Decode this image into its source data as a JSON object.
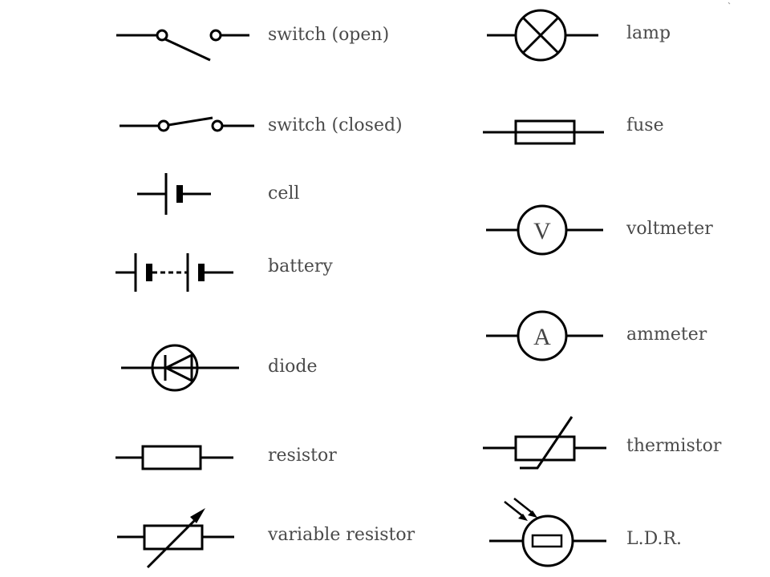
{
  "symbols": {
    "switch_open": {
      "label": "switch (open)"
    },
    "switch_closed": {
      "label": "switch (closed)"
    },
    "cell": {
      "label": "cell"
    },
    "battery": {
      "label": "battery"
    },
    "diode": {
      "label": "diode"
    },
    "resistor": {
      "label": "resistor"
    },
    "variable_resistor": {
      "label": "variable resistor"
    },
    "lamp": {
      "label": "lamp"
    },
    "fuse": {
      "label": "fuse"
    },
    "voltmeter": {
      "label": "voltmeter",
      "meter_letter": "V"
    },
    "ammeter": {
      "label": "ammeter",
      "meter_letter": "A"
    },
    "thermistor": {
      "label": "thermistor"
    },
    "ldr": {
      "label": "L.D.R."
    }
  },
  "colors": {
    "stroke": "#000000",
    "label_text": "#4a4a4a",
    "background": "#ffffff"
  }
}
